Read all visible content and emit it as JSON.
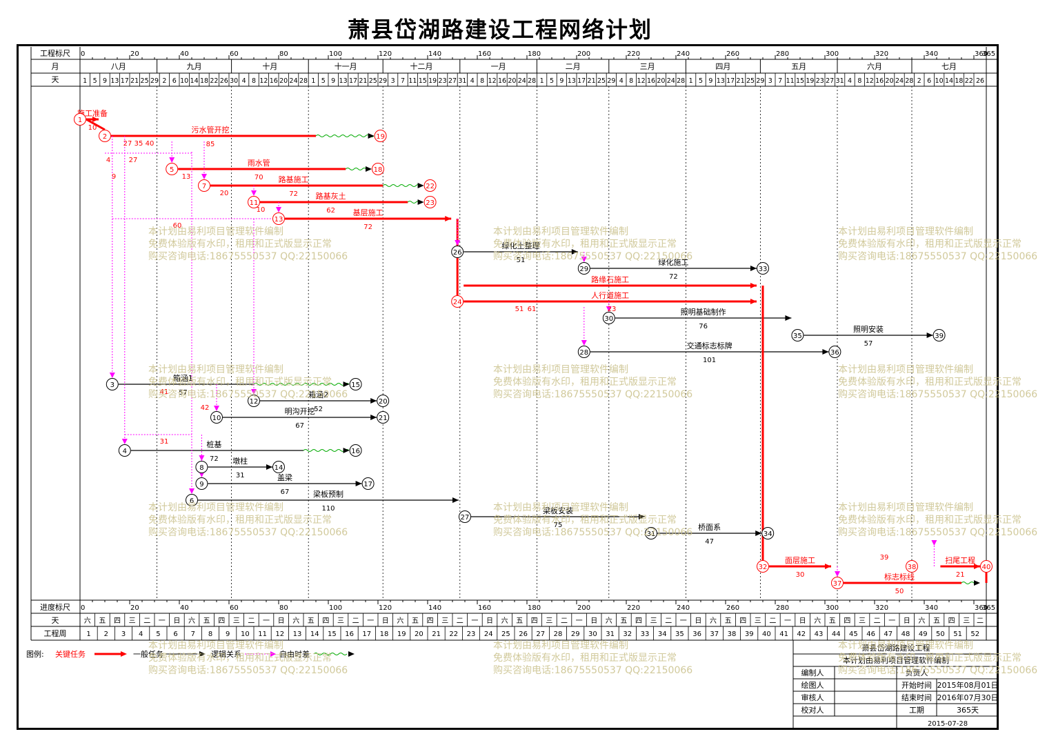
{
  "title": "萧县岱湖路建设工程网络计划",
  "scale": {
    "top_label": "工程标尺",
    "month_label": "月",
    "day_label": "天",
    "bottom_label": "进度标尺",
    "weekday_label": "天",
    "week_label": "工程周",
    "ticks": [
      "0",
      "20",
      "40",
      "60",
      "80",
      "100",
      "120",
      "140",
      "160",
      "180",
      "200",
      "220",
      "240",
      "260",
      "280",
      "300",
      "320",
      "340",
      "360"
    ],
    "end_tick": "365",
    "months": [
      "八月",
      "九月",
      "十月",
      "十一月",
      "十二月",
      "一月",
      "二月",
      "三月",
      "四月",
      "五月",
      "六月",
      "七月"
    ],
    "days": [
      "1",
      "5",
      "9",
      "13",
      "17",
      "21",
      "25",
      "29",
      "2",
      "6",
      "10",
      "14",
      "18",
      "22",
      "26",
      "30",
      "4",
      "8",
      "12",
      "16",
      "20",
      "24",
      "28",
      "1",
      "5",
      "9",
      "13",
      "17",
      "21",
      "25",
      "29",
      "3",
      "7",
      "11",
      "15",
      "19",
      "23",
      "27",
      "31",
      "4",
      "8",
      "12",
      "16",
      "20",
      "24",
      "28",
      "1",
      "5",
      "9",
      "13",
      "17",
      "21",
      "25",
      "29",
      "4",
      "8",
      "12",
      "16",
      "20",
      "24",
      "28",
      "1",
      "5",
      "9",
      "13",
      "17",
      "21",
      "25",
      "29",
      "3",
      "7",
      "11",
      "15",
      "19",
      "23",
      "27",
      "31",
      "4",
      "8",
      "12",
      "16",
      "20",
      "24",
      "28",
      "2",
      "6",
      "10",
      "14",
      "18",
      "22",
      "26"
    ],
    "weekdays": [
      "六",
      "五",
      "四",
      "三",
      "二",
      "一",
      "日",
      "六",
      "五",
      "四",
      "三",
      "二",
      "一",
      "日",
      "六",
      "五",
      "四",
      "三",
      "二",
      "一",
      "日",
      "六",
      "五",
      "四",
      "三",
      "二",
      "一",
      "日",
      "六",
      "五",
      "四",
      "三",
      "二",
      "一",
      "日",
      "六",
      "五",
      "四",
      "三",
      "二",
      "一",
      "日",
      "六",
      "五",
      "四",
      "三",
      "二",
      "一",
      "日",
      "六",
      "五",
      "四",
      "三",
      "二",
      "一",
      "日",
      "六",
      "五",
      "四",
      "三",
      "二"
    ],
    "weeks": [
      "1",
      "2",
      "3",
      "4",
      "5",
      "6",
      "7",
      "8",
      "9",
      "10",
      "11",
      "12",
      "13",
      "14",
      "15",
      "16",
      "17",
      "18",
      "19",
      "20",
      "21",
      "22",
      "23",
      "24",
      "25",
      "26",
      "27",
      "28",
      "29",
      "30",
      "31",
      "32",
      "33",
      "34",
      "35",
      "36",
      "37",
      "38",
      "39",
      "40",
      "41",
      "42",
      "43",
      "44",
      "45",
      "46",
      "47",
      "48",
      "49",
      "50",
      "51",
      "52"
    ]
  },
  "colors": {
    "critical": "#ff0000",
    "normal": "#000000",
    "logic": "#ff00ff",
    "free_float": "#00aa00",
    "watermark": "#c9c08a"
  },
  "nodes": [
    {
      "id": "1",
      "d": 0,
      "row": "r1",
      "crit": true
    },
    {
      "id": "2",
      "d": 10,
      "row": "r2",
      "crit": true
    },
    {
      "id": "19",
      "d": 121,
      "row": "r2",
      "crit": true
    },
    {
      "id": "5",
      "d": 37,
      "row": "r5",
      "crit": true
    },
    {
      "id": "18",
      "d": 120,
      "row": "r5",
      "crit": true
    },
    {
      "id": "7",
      "d": 50,
      "row": "r7",
      "crit": true
    },
    {
      "id": "22",
      "d": 141,
      "row": "r7",
      "crit": true
    },
    {
      "id": "11",
      "d": 70,
      "row": "r11",
      "crit": true
    },
    {
      "id": "23",
      "d": 141,
      "row": "r11",
      "crit": true
    },
    {
      "id": "13",
      "d": 80,
      "row": "r13",
      "crit": true
    },
    {
      "id": "26",
      "d": 152,
      "row": "r26",
      "crit": false
    },
    {
      "id": "29",
      "d": 203,
      "row": "r29",
      "crit": false
    },
    {
      "id": "33",
      "d": 275,
      "row": "r29",
      "crit": false
    },
    {
      "id": "24",
      "d": 152,
      "row": "r24",
      "crit": true
    },
    {
      "id": "30",
      "d": 213,
      "row": "r30",
      "crit": false
    },
    {
      "id": "35",
      "d": 289,
      "row": "r35",
      "crit": false
    },
    {
      "id": "39",
      "d": 346,
      "row": "r35",
      "crit": false
    },
    {
      "id": "28",
      "d": 203,
      "row": "r28",
      "crit": false
    },
    {
      "id": "36",
      "d": 304,
      "row": "r28",
      "crit": false
    },
    {
      "id": "3",
      "d": 13,
      "row": "r3",
      "crit": false
    },
    {
      "id": "15",
      "d": 111,
      "row": "r3",
      "crit": false
    },
    {
      "id": "12",
      "d": 70,
      "row": "r12",
      "crit": false
    },
    {
      "id": "20",
      "d": 122,
      "row": "r12",
      "crit": false
    },
    {
      "id": "10",
      "d": 55,
      "row": "r10",
      "crit": false
    },
    {
      "id": "21",
      "d": 122,
      "row": "r10",
      "crit": false
    },
    {
      "id": "4",
      "d": 18,
      "row": "r4",
      "crit": false
    },
    {
      "id": "16",
      "d": 111,
      "row": "r4",
      "crit": false
    },
    {
      "id": "8",
      "d": 49,
      "row": "r8",
      "crit": false
    },
    {
      "id": "14",
      "d": 80,
      "row": "r8",
      "crit": false
    },
    {
      "id": "9",
      "d": 49,
      "row": "r9",
      "crit": false
    },
    {
      "id": "17",
      "d": 116,
      "row": "r9",
      "crit": false
    },
    {
      "id": "6",
      "d": 45,
      "row": "r6",
      "crit": false
    },
    {
      "id": "27",
      "d": 155,
      "row": "r27",
      "crit": false
    },
    {
      "id": "31",
      "d": 230,
      "row": "r31",
      "crit": false
    },
    {
      "id": "34",
      "d": 277,
      "row": "r31",
      "crit": false
    },
    {
      "id": "32",
      "d": 275,
      "row": "r32",
      "crit": true
    },
    {
      "id": "38",
      "d": 335,
      "row": "r32",
      "crit": true
    },
    {
      "id": "40",
      "d": 365,
      "row": "r32",
      "crit": true
    },
    {
      "id": "37",
      "d": 305,
      "row": "r37",
      "crit": true
    }
  ],
  "tasks": [
    {
      "name": "施工准备",
      "dur": "10",
      "from": 0,
      "to": 10,
      "row": "r1",
      "crit": true
    },
    {
      "name": "污水管开挖",
      "dur": "85",
      "from": 10,
      "to": 95,
      "row": "r2",
      "crit": true,
      "float_to": 121
    },
    {
      "name": "雨水管",
      "dur": "70",
      "from": 37,
      "to": 107,
      "row": "r5",
      "crit": true,
      "float_to": 120
    },
    {
      "name": "路基施工",
      "dur": "72",
      "from": 50,
      "to": 122,
      "row": "r7",
      "crit": true,
      "float_to": 141
    },
    {
      "name": "路基灰土",
      "dur": "62",
      "from": 70,
      "to": 132,
      "row": "r11",
      "crit": true,
      "float_to": 141
    },
    {
      "name": "基层施工",
      "dur": "72",
      "from": 80,
      "to": 152,
      "row": "r13",
      "crit": true
    },
    {
      "name": "绿化土整理",
      "dur": "51",
      "from": 152,
      "to": 203,
      "row": "r26",
      "crit": false
    },
    {
      "name": "绿化施工",
      "dur": "72",
      "from": 203,
      "to": 275,
      "row": "r29",
      "crit": false
    },
    {
      "name": "路缘石施工",
      "dur": "",
      "from": 152,
      "to": 275,
      "row": "r24a",
      "crit": true
    },
    {
      "name": "人行道施工",
      "dur": "",
      "from": 152,
      "to": 275,
      "row": "r24",
      "crit": true
    },
    {
      "name": "照明基础制作",
      "dur": "76",
      "from": 213,
      "to": 289,
      "row": "r30",
      "crit": false
    },
    {
      "name": "照明安装",
      "dur": "57",
      "from": 289,
      "to": 346,
      "row": "r35",
      "crit": false
    },
    {
      "name": "交通标志标牌",
      "dur": "101",
      "from": 203,
      "to": 304,
      "row": "r28",
      "crit": false
    },
    {
      "name": "箱涵1",
      "dur": "57",
      "from": 13,
      "to": 70,
      "row": "r3",
      "crit": false,
      "float_to": 111
    },
    {
      "name": "箱涵2",
      "dur": "52",
      "from": 70,
      "to": 122,
      "row": "r12",
      "crit": false
    },
    {
      "name": "明沟开挖",
      "dur": "67",
      "from": 55,
      "to": 122,
      "row": "r10",
      "crit": false
    },
    {
      "name": "桩基",
      "dur": "72",
      "from": 18,
      "to": 90,
      "row": "r4",
      "crit": false,
      "float_to": 111
    },
    {
      "name": "墩柱",
      "dur": "31",
      "from": 49,
      "to": 80,
      "row": "r8",
      "crit": false
    },
    {
      "name": "盖梁",
      "dur": "67",
      "from": 49,
      "to": 116,
      "row": "r9",
      "crit": false
    },
    {
      "name": "梁板预制",
      "dur": "110",
      "from": 45,
      "to": 155,
      "row": "r6",
      "crit": false
    },
    {
      "name": "梁板安装",
      "dur": "75",
      "from": 155,
      "to": 230,
      "row": "r27",
      "crit": false
    },
    {
      "name": "桥面系",
      "dur": "47",
      "from": 230,
      "to": 277,
      "row": "r31",
      "crit": false
    },
    {
      "name": "面层施工",
      "dur": "30",
      "from": 275,
      "to": 305,
      "row": "r32",
      "crit": true
    },
    {
      "name": "扫尾工程",
      "dur": "21",
      "from": 344,
      "to": 365,
      "row": "r32",
      "crit": true
    },
    {
      "name": "标志标线",
      "dur": "50",
      "from": 305,
      "to": 355,
      "row": "r37",
      "crit": true,
      "float_to": 365
    }
  ],
  "extra_labels": [
    "27 35",
    "40",
    "27",
    "4",
    "9",
    "13",
    "20",
    "10",
    "60",
    "51",
    "61",
    "23",
    "41",
    "31",
    "39",
    "42"
  ],
  "legend": {
    "title": "图例:",
    "critical": "关键任务",
    "normal": "一般任务",
    "logic": "逻辑关系",
    "float": "自由时差"
  },
  "titleblock": {
    "project": "萧县岱湖路建设工程",
    "software": "本计划由易利项目管理软件编制",
    "editor": "编制人",
    "owner": "负责人",
    "drawer": "绘图人",
    "start_label": "开始时间",
    "start": "2015年08月01日",
    "reviewer": "审核人",
    "end_label": "结束时间",
    "end": "2016年07月30日",
    "checker": "校对人",
    "period_label": "工期",
    "period": "365天",
    "date": "2015-07-28"
  },
  "watermark": [
    "本计划由易利项目管理软件编制",
    "免费体验版有水印，租用和正式版显示正常",
    "购买咨询电话:18675550537 QQ:22150066"
  ]
}
